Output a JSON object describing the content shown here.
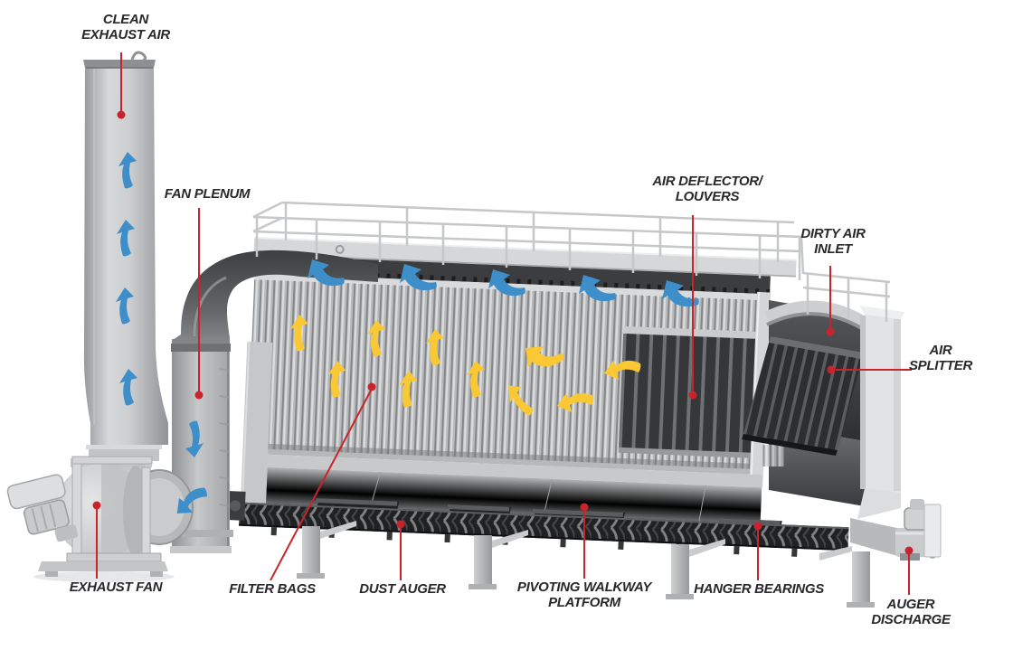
{
  "diagram": {
    "labels": {
      "clean_exhaust_air": "CLEAN\nEXHAUST AIR",
      "fan_plenum": "FAN PLENUM",
      "air_deflector_louvers": "AIR DEFLECTOR/\nLOUVERS",
      "dirty_air_inlet": "DIRTY AIR\nINLET",
      "air_splitter": "AIR\nSPLITTER",
      "exhaust_fan": "EXHAUST FAN",
      "filter_bags": "FILTER BAGS",
      "dust_auger": "DUST AUGER",
      "pivoting_walkway_platform": "PIVOTING WALKWAY\nPLATFORM",
      "hanger_bearings": "HANGER BEARINGS",
      "auger_discharge": "AUGER\nDISCHARGE"
    },
    "colors": {
      "leader": "#c9242b",
      "clean_air_arrow": "#3d8ec9",
      "dirty_air_arrow": "#f9c832",
      "label_text": "#29272a"
    }
  }
}
